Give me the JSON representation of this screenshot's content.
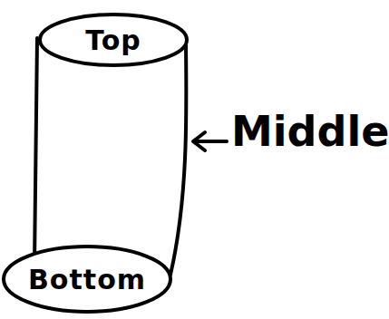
{
  "diagram": {
    "nodes": [
      {
        "text": [
          "Top"
        ]
      },
      {
        "text": [
          "Bottom"
        ]
      }
    ],
    "labels": [
      "Middle"
    ]
  }
}
